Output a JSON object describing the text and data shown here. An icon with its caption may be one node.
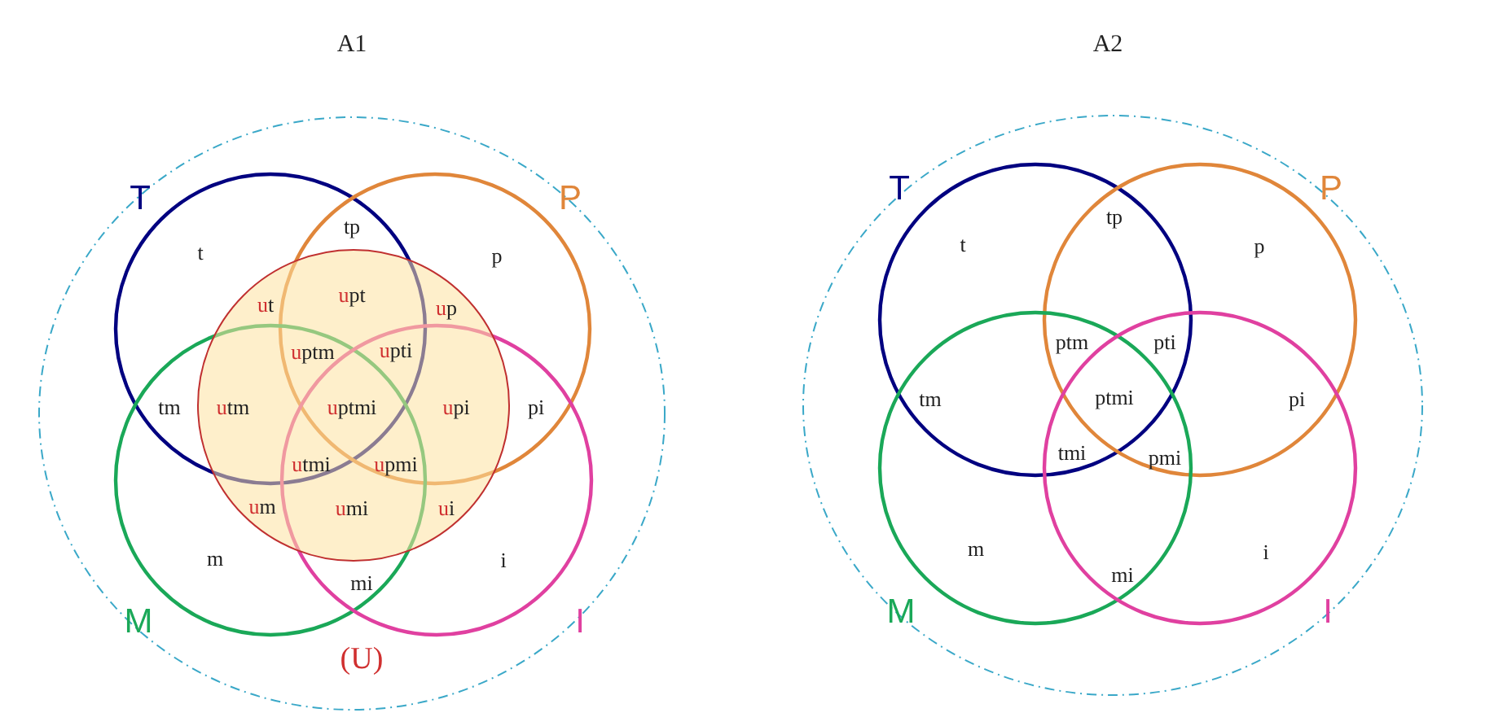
{
  "diagram": {
    "nodes": [
      {
        "text": [
          "A1"
        ]
      },
      {
        "text": [
          "T"
        ],
        "in": 0
      },
      {
        "text": [
          "P"
        ],
        "in": 0
      },
      {
        "text": [
          "M"
        ],
        "in": 0
      },
      {
        "text": [
          "I"
        ],
        "in": 0
      },
      {
        "text": [
          "(U)"
        ],
        "in": 0
      },
      {
        "text": [
          "A2"
        ]
      },
      {
        "text": [
          "T"
        ],
        "in": 6
      },
      {
        "text": [
          "P"
        ],
        "in": 6
      },
      {
        "text": [
          "M"
        ],
        "in": 6
      },
      {
        "text": [
          "I"
        ],
        "in": 6
      }
    ],
    "edges": [],
    "labels": [
      "t",
      "tp",
      "p",
      "ut",
      "upt",
      "up",
      "uptm",
      "upti",
      "tm",
      "utm",
      "uptmi",
      "upi",
      "pi",
      "utmi",
      "upmi",
      "um",
      "umi",
      "ui",
      "m",
      "i",
      "mi",
      "t",
      "tp",
      "p",
      "ptm",
      "pti",
      "tm",
      "ptmi",
      "pi",
      "tmi",
      "pmi",
      "m",
      "i",
      "mi"
    ]
  }
}
